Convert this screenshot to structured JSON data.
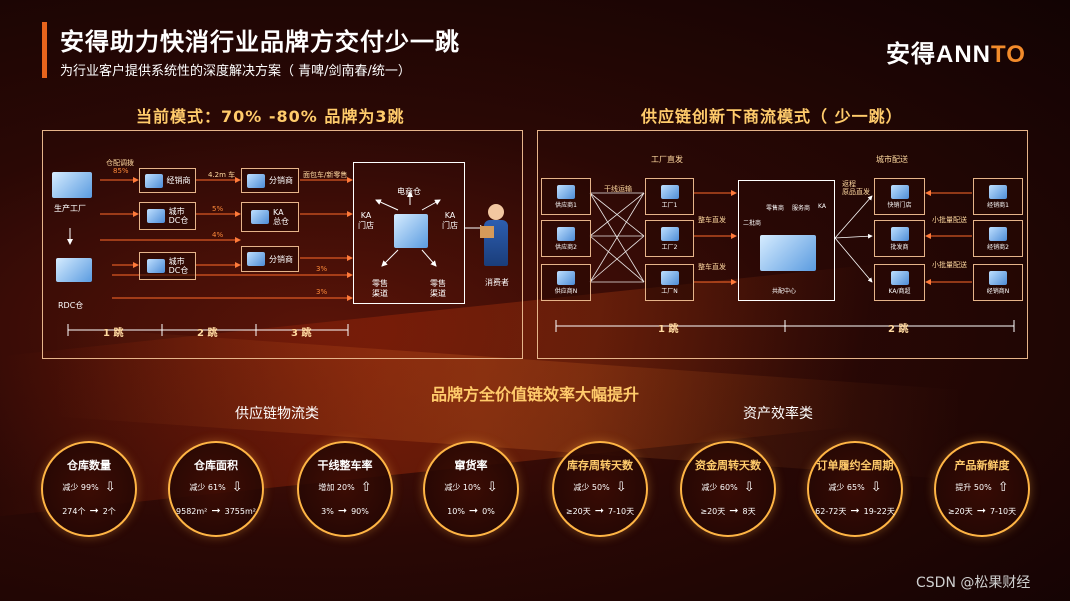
{
  "header": {
    "title": "安得助力快消行业品牌方交付少一跳",
    "subtitle": "为行业客户提供系统性的深度解决方案（ 青啤/剑南春/统一）",
    "logo_main": "安得ANN",
    "logo_accent": "TO"
  },
  "left_panel": {
    "title": "当前模式：70% -80% 品牌为3跳",
    "factory": "生产工厂",
    "rdc": "RDC仓",
    "nodes": {
      "dealer": "经销商",
      "city_dc1": "城市\nDC仓",
      "city_dc2": "城市\nDC仓",
      "distributor1": "分销商",
      "ka_warehouse": "KA\n总仓",
      "distributor2": "分销商"
    },
    "flows": {
      "pct85_title": "仓配调拨",
      "pct85": "85%",
      "truck": "4.2m 车",
      "pct5": "5%",
      "pct4": "4%",
      "pct3a": "3%",
      "pct3b": "3%",
      "retail_label": "面包车/新零售"
    },
    "terminal": {
      "ecom": "电商仓",
      "ka_store_l": "KA\n门店",
      "ka_store_r": "KA\n门店",
      "retail_l": "零售\n渠道",
      "retail_r": "零售\n渠道"
    },
    "consumer": "消费者",
    "stages": [
      "1 跳",
      "2 跳",
      "3 跳"
    ]
  },
  "right_panel": {
    "title": "供应链创新下商流模式（ 少一跳）",
    "factory_direct": "工厂直发",
    "city_delivery": "城市配送",
    "suppliers": [
      "供应商1",
      "供应商2",
      "供应商N"
    ],
    "factories": [
      "工厂1",
      "工厂2",
      "工厂N"
    ],
    "flow_labels": {
      "trunk": "干线运输",
      "whole_truck1": "整车直发",
      "whole_truck2": "整车直发",
      "rebuy": "返程\n原品直发",
      "small1": "小批量配送",
      "small2": "小批量配送"
    },
    "hub": {
      "label": "共配中心",
      "parts": [
        "二批商",
        "零售商",
        "服务商",
        "KA"
      ]
    },
    "outlets": [
      "快销门店",
      "批发商",
      "KA/商超"
    ],
    "dealers": [
      "经销商1",
      "经销商2",
      "经销商N"
    ],
    "stages": [
      "1 跳",
      "2 跳"
    ]
  },
  "efficiency": {
    "title": "品牌方全价值链效率大幅提升",
    "category_logistics": "供应链物流类",
    "category_assets": "资产效率类",
    "metrics": [
      {
        "title": "仓库数量",
        "change": "减少 99%",
        "dir": "down",
        "from": "274个",
        "to": "2个"
      },
      {
        "title": "仓库面积",
        "change": "减少 61%",
        "dir": "down",
        "from": "9582m²",
        "to": "3755m²"
      },
      {
        "title": "干线整车率",
        "change": "增加 20%",
        "dir": "up",
        "from": "3%",
        "to": "90%"
      },
      {
        "title": "窜货率",
        "change": "减少 10%",
        "dir": "down",
        "from": "10%",
        "to": "0%"
      },
      {
        "title": "库存周转天数",
        "change": "减少 50%",
        "dir": "down",
        "from": "≥20天",
        "to": "7-10天"
      },
      {
        "title": "资金周转天数",
        "change": "减少 60%",
        "dir": "down",
        "from": "≥20天",
        "to": "8天"
      },
      {
        "title": "订单履约全周期",
        "change": "减少 65%",
        "dir": "down",
        "from": "62-72天",
        "to": "19-22天"
      },
      {
        "title": "产品新鲜度",
        "change": "提升 50%",
        "dir": "up",
        "from": "≥20天",
        "to": "7-10天"
      }
    ]
  },
  "watermark": "CSDN @松果财经",
  "colors": {
    "accent": "#e8641c",
    "gold": "#ffcb6b",
    "border": "#e6b48a",
    "circle_border": "#ffb545"
  }
}
